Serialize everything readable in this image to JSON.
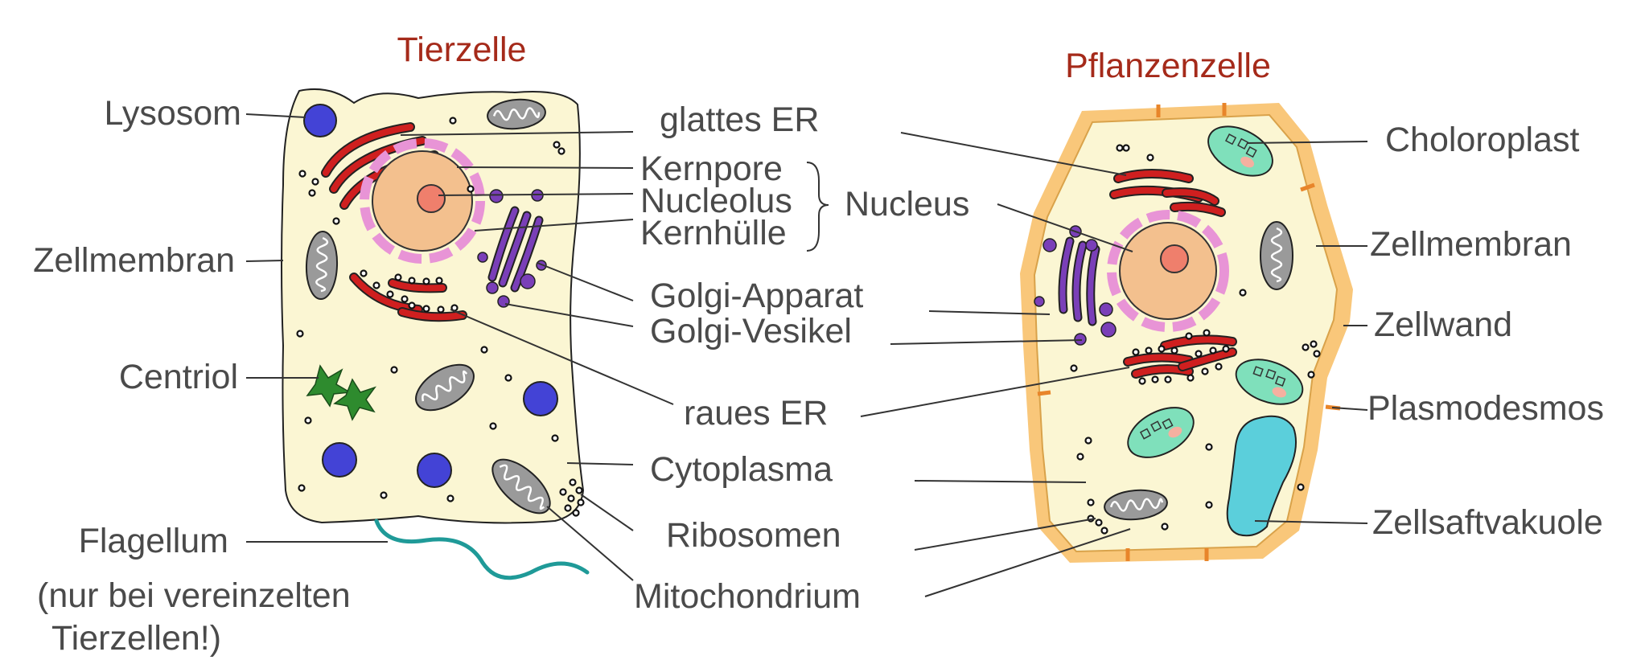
{
  "colors": {
    "cytoplasm": "#fbf6d3",
    "membrane": "#1a1a2e",
    "cell_wall": "#f9c77a",
    "nucleus": "#f3c08e",
    "nucleolus": "#ef7f6c",
    "envelope": "#e894d6",
    "rough_er": "#cf1f1f",
    "golgi": "#7a3fb8",
    "lysosome": "#4343d6",
    "mitochondrion": "#9a9a9a",
    "centriole": "#2e8b2e",
    "flagellum": "#1f9a98",
    "chloroplast": "#7fe0bb",
    "vacuole": "#5bcfdb",
    "title_color": "#a52a1a"
  },
  "animal_cell": {
    "title": "Tierzelle",
    "labels": {
      "lysosom": "Lysosom",
      "zellmembran": "Zellmembran",
      "centriol": "Centriol",
      "flagellum": "Flagellum",
      "note_line1": "(nur bei vereinzelten",
      "note_line2": "Tierzellen!)"
    }
  },
  "shared_labels": {
    "glattes_er": "glattes ER",
    "kernpore": "Kernpore",
    "nucleolus": "Nucleolus",
    "kernhuelle": "Kernhülle",
    "nucleus": "Nucleus",
    "golgi_apparat": "Golgi-Apparat",
    "golgi_vesikel": "Golgi-Vesikel",
    "raues_er": "raues ER",
    "cytoplasma": "Cytoplasma",
    "ribosomen": "Ribosomen",
    "mitochondrium": "Mitochondrium"
  },
  "plant_cell": {
    "title": "Pflanzenzelle",
    "labels": {
      "chloroplast": "Choloroplast",
      "zellmembran": "Zellmembran",
      "zellwand": "Zellwand",
      "plasmodesmos": "Plasmodesmos",
      "zellsaftvakuole": "Zellsaftvakuole"
    }
  }
}
